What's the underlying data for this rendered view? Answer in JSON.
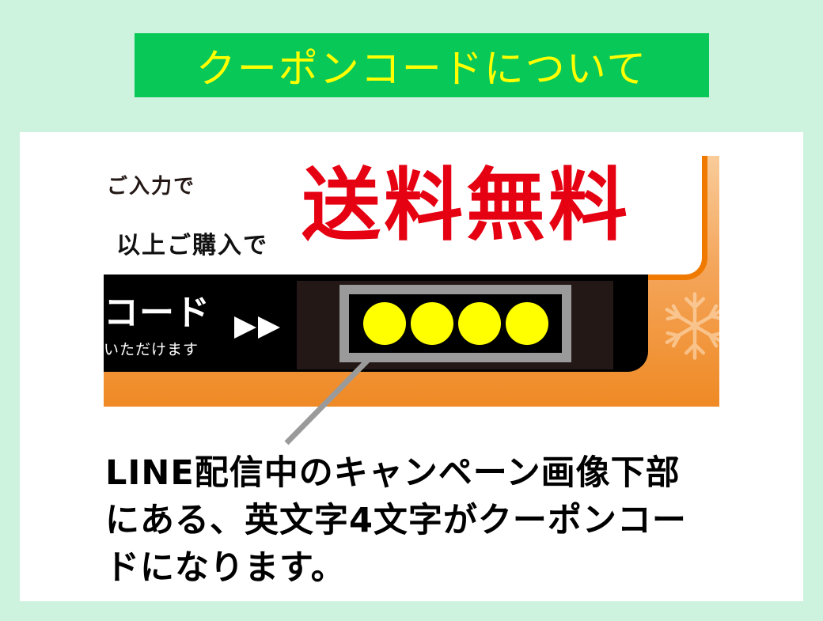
{
  "header": {
    "title": "クーポンコードについて",
    "background_color": "#08c858",
    "text_color": "#ffff00"
  },
  "banner": {
    "line1_fragment": "ご入力で",
    "line2_fragment": "以上ご購入で",
    "headline": "送料無料",
    "code_label_fragment": "コード",
    "code_sub_fragment": "いただけます",
    "arrows": "▶▶",
    "code_placeholder_dots": 4,
    "dot_color": "#ffff00",
    "headline_color": "#e50012",
    "accent_orange": "#f07a00",
    "decoration": "snowflake-icon"
  },
  "description": {
    "lines": [
      "LINE配信中のキャンペーン画像下部",
      "にある、英文字4文字がクーポンコー",
      "ドになります。"
    ]
  },
  "colors": {
    "page_background": "#cdf3de",
    "card_background": "#ffffff",
    "pointer_line": "#9a9a9a"
  }
}
